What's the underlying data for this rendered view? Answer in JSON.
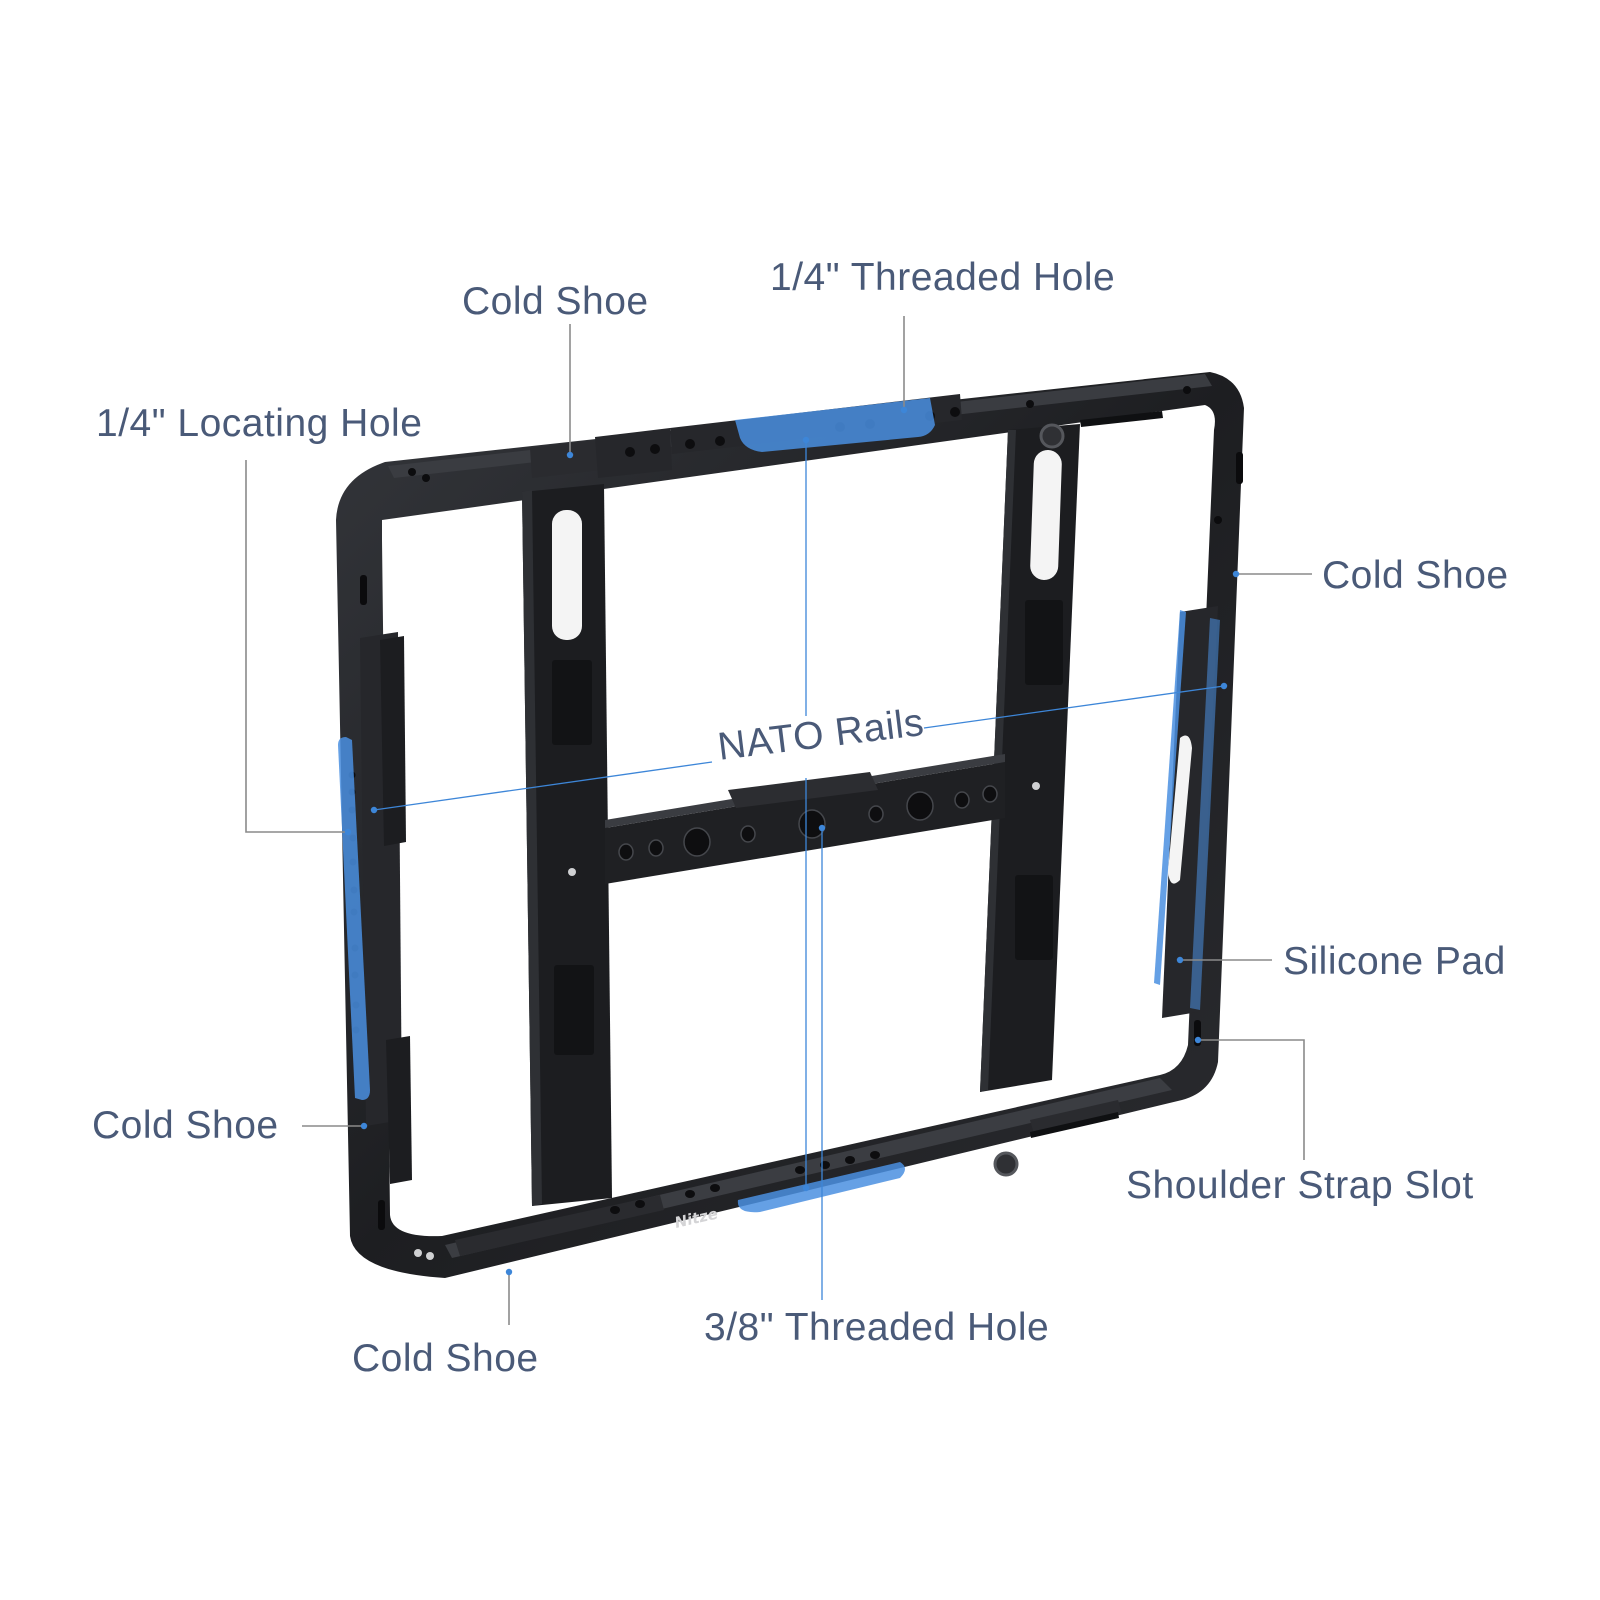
{
  "brand": "Nitze",
  "colors": {
    "label_text": "#4a5a78",
    "leader_gray": "#8a8a8a",
    "leader_blue": "#3d86d8",
    "highlight_blue": "#4a8fe0",
    "frame_metal": "#1f2023"
  },
  "callouts": {
    "cold_shoe_top": "Cold Shoe",
    "threaded_hole_quarter": "1/4\" Threaded Hole",
    "locating_hole": "1/4\" Locating Hole",
    "cold_shoe_right": "Cold Shoe",
    "nato_rails": "NATO Rails",
    "silicone_pad": "Silicone Pad",
    "cold_shoe_left": "Cold Shoe",
    "shoulder_strap_slot": "Shoulder Strap Slot",
    "threaded_hole_three_eighths": "3/8\" Threaded Hole",
    "cold_shoe_bottom": "Cold Shoe"
  }
}
